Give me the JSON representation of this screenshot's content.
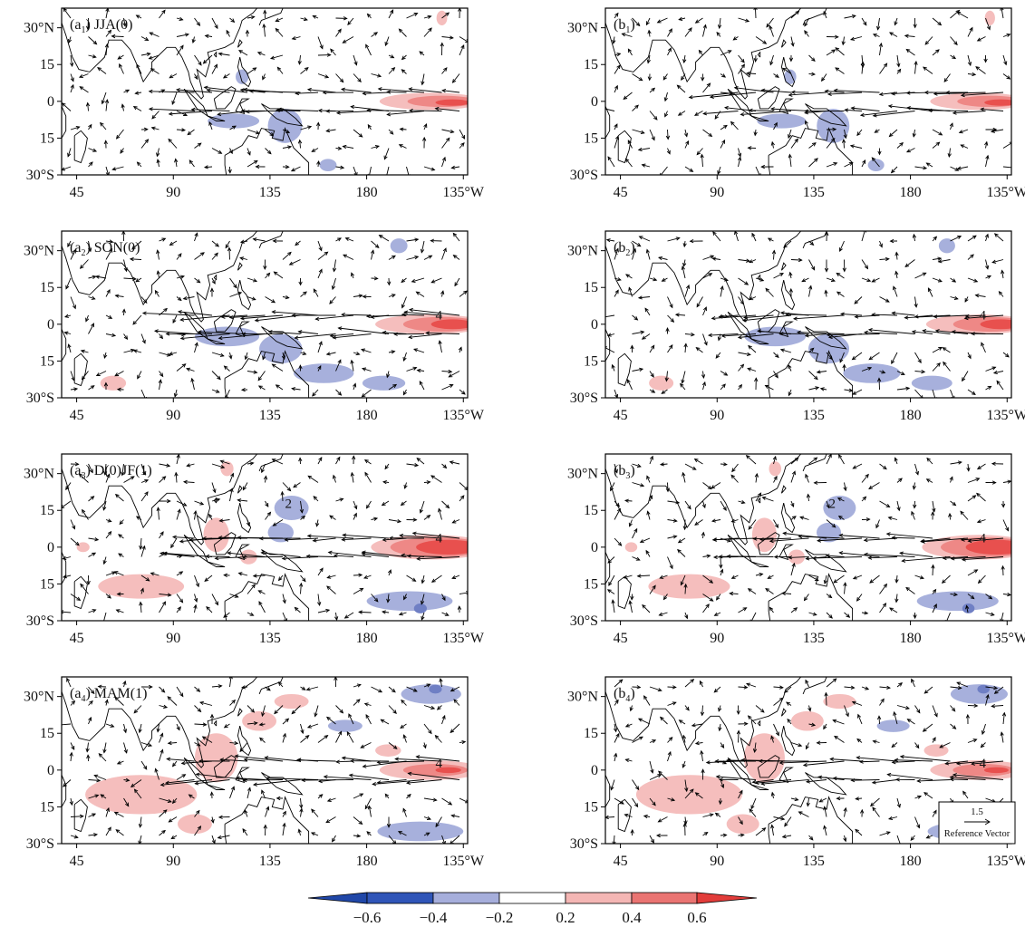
{
  "figure": {
    "panels": [
      {
        "label_main": "(a",
        "label_sub": "1",
        "label_tail": ") JJA(0)",
        "season": "JJA(0)"
      },
      {
        "label_main": "(b",
        "label_sub": "1",
        "label_tail": ")",
        "season": "JJA(0)"
      },
      {
        "label_main": "(a",
        "label_sub": "2",
        "label_tail": ") SON(0)",
        "season": "SON(0)"
      },
      {
        "label_main": "(b",
        "label_sub": "2",
        "label_tail": ")",
        "season": "SON(0)"
      },
      {
        "label_main": "(a",
        "label_sub": "3",
        "label_tail": ") D(0)JF(1)",
        "season": "D(0)JF(1)"
      },
      {
        "label_main": "(b",
        "label_sub": "3",
        "label_tail": ")",
        "season": "D(0)JF(1)"
      },
      {
        "label_main": "(a",
        "label_sub": "4",
        "label_tail": ") MAM(1)",
        "season": "MAM(1)"
      },
      {
        "label_main": "(b",
        "label_sub": "4",
        "label_tail": ")",
        "season": "MAM(1)"
      }
    ],
    "lat_ticks": [
      "30°N",
      "15",
      "0",
      "15",
      "30°S"
    ],
    "lon_ticks": [
      "45",
      "90",
      "135",
      "180",
      "135°W"
    ],
    "contour_labels": {
      "4": "4",
      "2": "2"
    },
    "reference_vector": {
      "value": "1.5",
      "label": "Reference Vector"
    },
    "colorbar": {
      "ticks": [
        "−0.6",
        "−0.4",
        "−0.2",
        "0.2",
        "0.4",
        "0.6"
      ],
      "colors": [
        "#2047a8",
        "#2f55b8",
        "#a6aedb",
        "#ffffff",
        "#f4b6b4",
        "#ea7472",
        "#e23c3a"
      ]
    },
    "colors": {
      "positive_strong": "#e8504e",
      "positive_mid": "#ee8886",
      "positive_weak": "#f5bebd",
      "negative_weak": "#a7b0dc",
      "negative_strong": "#6f7fc4"
    }
  }
}
